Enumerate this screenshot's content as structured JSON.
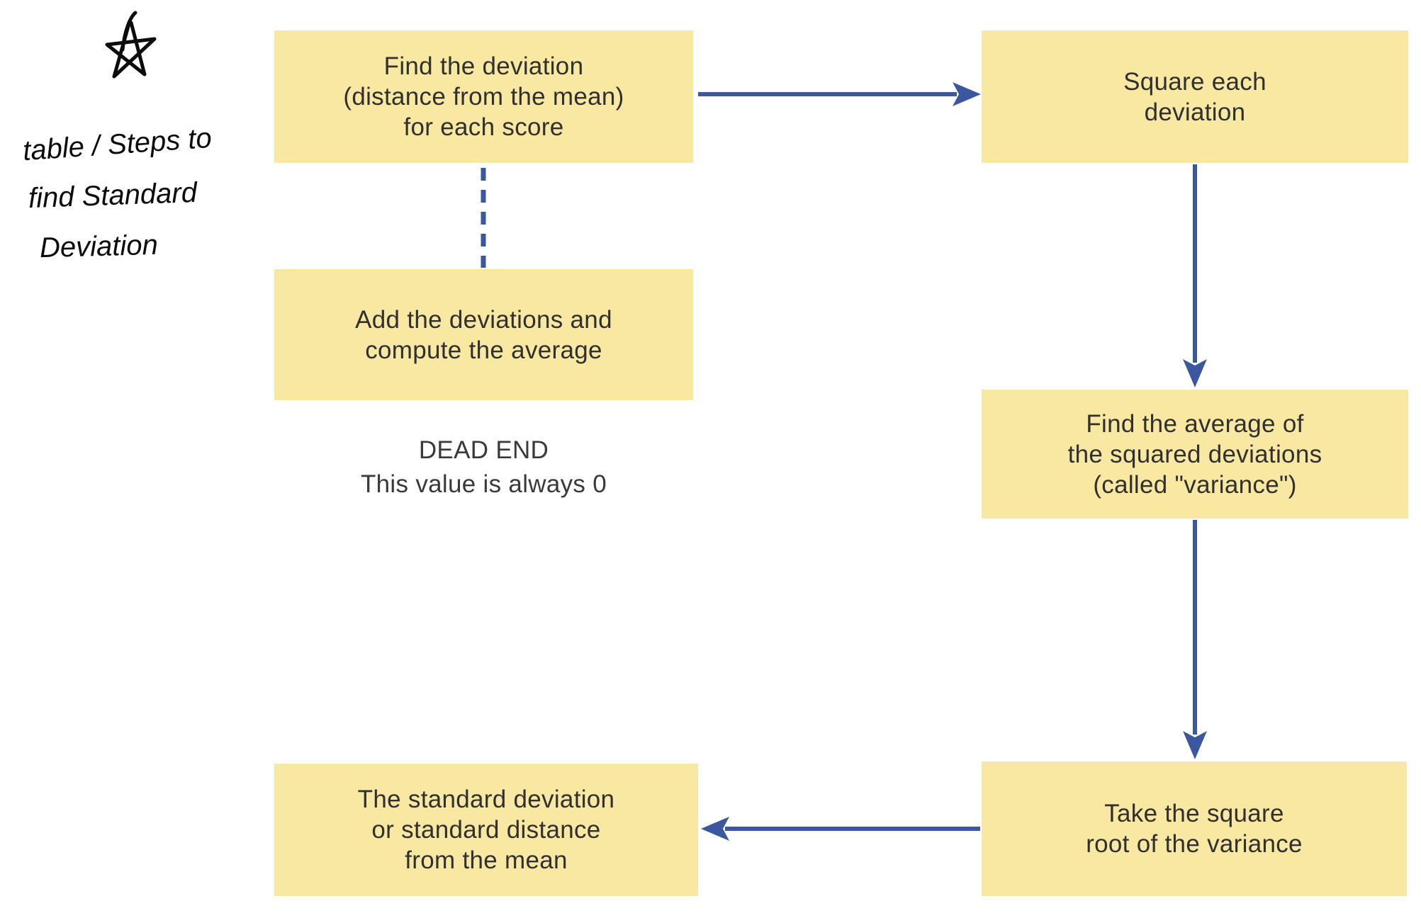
{
  "colors": {
    "box_fill": "#F9E8A1",
    "arrow_blue": "#3A57A0",
    "box_text": "#303030",
    "handwriting": "#0C0C0C"
  },
  "annotation": {
    "star_icon": "hand-drawn-star-sketch",
    "handwritten_note": {
      "line1": "table / Steps to",
      "line2": "find Standard",
      "line3": "Deviation"
    }
  },
  "flowchart": {
    "boxes": [
      {
        "id": "find-deviation",
        "lines": [
          "Find the deviation",
          "(distance from the mean)",
          "for each score"
        ]
      },
      {
        "id": "square-each-deviation",
        "lines": [
          "Square each",
          "deviation"
        ]
      },
      {
        "id": "add-deviations",
        "lines": [
          "Add the deviations and",
          "compute the average"
        ]
      },
      {
        "id": "average-squared-deviations",
        "lines": [
          "Find the average of",
          "the squared deviations",
          "(called \"variance\")"
        ]
      },
      {
        "id": "square-root-variance",
        "lines": [
          "Take the square",
          "root of the variance"
        ]
      },
      {
        "id": "standard-deviation-result",
        "lines": [
          "The standard deviation",
          "or standard distance",
          "from the mean"
        ]
      }
    ],
    "dead_end_note": {
      "line1": "DEAD END",
      "line2": "This value is always 0"
    },
    "connectors": [
      {
        "from": "find-deviation",
        "to": "square-each-deviation",
        "style": "solid-arrow-right"
      },
      {
        "from": "find-deviation",
        "to": "add-deviations",
        "style": "dashed-line-down"
      },
      {
        "from": "square-each-deviation",
        "to": "average-squared-deviations",
        "style": "solid-arrow-down"
      },
      {
        "from": "average-squared-deviations",
        "to": "square-root-variance",
        "style": "solid-arrow-down"
      },
      {
        "from": "square-root-variance",
        "to": "standard-deviation-result",
        "style": "solid-arrow-left"
      }
    ]
  }
}
